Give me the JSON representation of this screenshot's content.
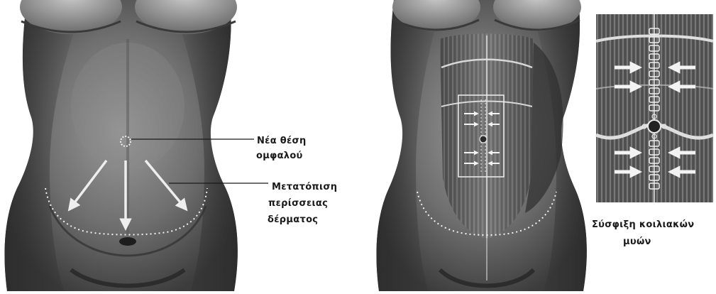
{
  "labels": {
    "umbilicus_line1": "Νέα θέση",
    "umbilicus_line2": "ομφαλού",
    "skin_line1": "Μετατόπιση",
    "skin_line2": "περίσσειας",
    "skin_line3": "δέρματος",
    "muscle_line1": "Σύσφιξη κοιλιακών",
    "muscle_line2": "μυών"
  },
  "colors": {
    "background": "#ffffff",
    "skin_light": "#bdbdbd",
    "skin_mid": "#8a8a8a",
    "skin_dark": "#3a3a3a",
    "muscle_fill": "#5e5e5e",
    "guide_lines": "#e8e8e8",
    "label_text": "#1a1a1a"
  }
}
